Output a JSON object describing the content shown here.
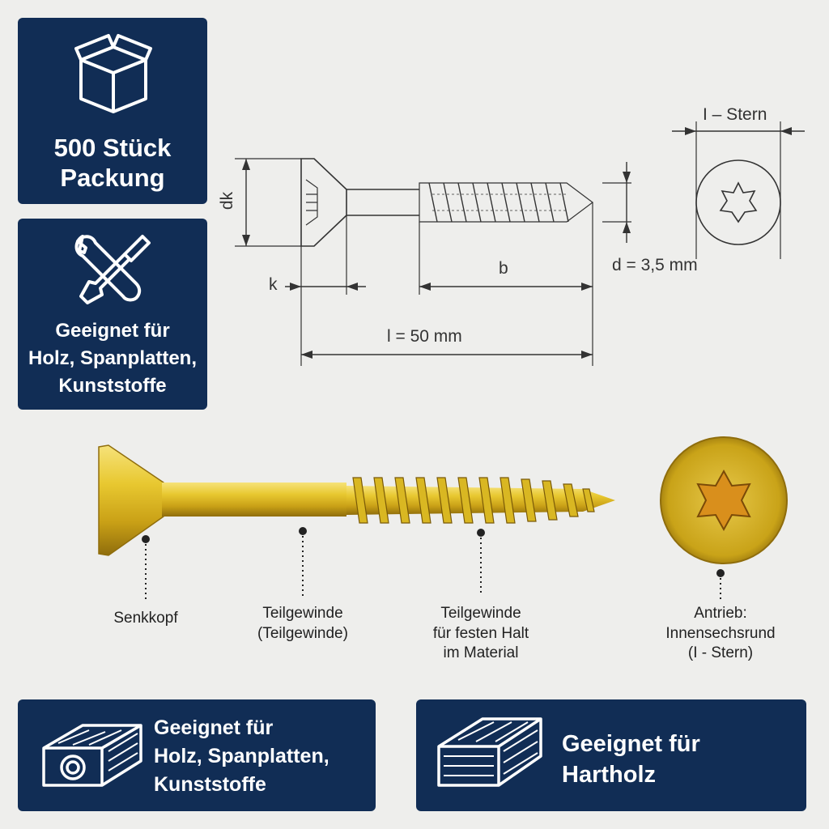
{
  "badges": {
    "pack": {
      "lines": [
        "500 Stück",
        "Packung"
      ],
      "icon": "box-icon"
    },
    "suitable_top": {
      "lines": [
        "Geeignet für",
        "Holz, Spanplatten,",
        "Kunststoffe"
      ],
      "icon": "tools-icon"
    },
    "suitable_bottom_left": {
      "lines": [
        "Geeignet für",
        "Holz, Spanplatten,",
        "Kunststoffe"
      ],
      "icon": "wood-beam-icon"
    },
    "suitable_bottom_right": {
      "lines": [
        "Geeignet für",
        "Hartholz"
      ],
      "icon": "wood-plank-icon"
    }
  },
  "drawing": {
    "dk": "dk",
    "k": "k",
    "b": "b",
    "length": "l = 50 mm",
    "diameter": "d = 3,5 mm",
    "drive": "I – Stern"
  },
  "callouts": [
    {
      "lines": [
        "Senkkopf"
      ]
    },
    {
      "lines": [
        "Teilgewinde",
        "(Teilgewinde)"
      ]
    },
    {
      "lines": [
        "Teilgewinde",
        "für festen Halt",
        "im Material"
      ]
    },
    {
      "lines": [
        "Antrieb:",
        "Innensechsrund",
        "(I - Stern)"
      ]
    }
  ],
  "colors": {
    "card": "#112d55",
    "background": "#eeeeec",
    "screw": "#d9b722"
  }
}
